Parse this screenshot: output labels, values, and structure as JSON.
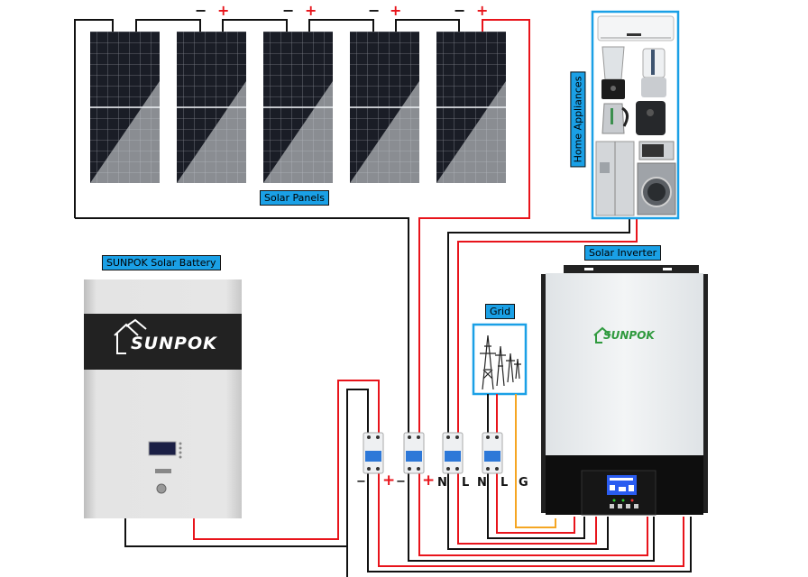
{
  "diagram": {
    "title": "Off-grid solar system wiring diagram",
    "labels": {
      "solar_panels": "Solar Panels",
      "home_appliances": "Home Appliances",
      "battery": "SUNPOK Solar Battery",
      "inverter": "Solar Inverter",
      "grid": "Grid"
    },
    "brand": "SUNPOK",
    "panel_polarity": [
      {
        "minus": "−",
        "plus": "+"
      },
      {
        "minus": "−",
        "plus": "+"
      },
      {
        "minus": "−",
        "plus": "+"
      },
      {
        "minus": "−",
        "plus": "+"
      }
    ],
    "breaker_terminals": [
      {
        "text": "−",
        "color": "black"
      },
      {
        "text": "+",
        "color": "red"
      },
      {
        "text": "−",
        "color": "black"
      },
      {
        "text": "+",
        "color": "red"
      },
      {
        "text": "N",
        "color": "black"
      },
      {
        "text": "L",
        "color": "black"
      },
      {
        "text": "N",
        "color": "black"
      },
      {
        "text": "L",
        "color": "black"
      },
      {
        "text": "G",
        "color": "black"
      }
    ],
    "appliances": [
      "air-conditioner",
      "blender",
      "food-processor",
      "kettle",
      "air-fryer",
      "refrigerator",
      "toaster-oven",
      "washing-machine"
    ],
    "solar_panel_count": 5,
    "breaker_count": 4,
    "colors": {
      "label_bg": "#1aa0e6",
      "positive_wire": "#e8141b",
      "negative_wire": "#111111",
      "ground_wire": "#f5a623",
      "appliance_frame": "#1aa0e6"
    }
  }
}
